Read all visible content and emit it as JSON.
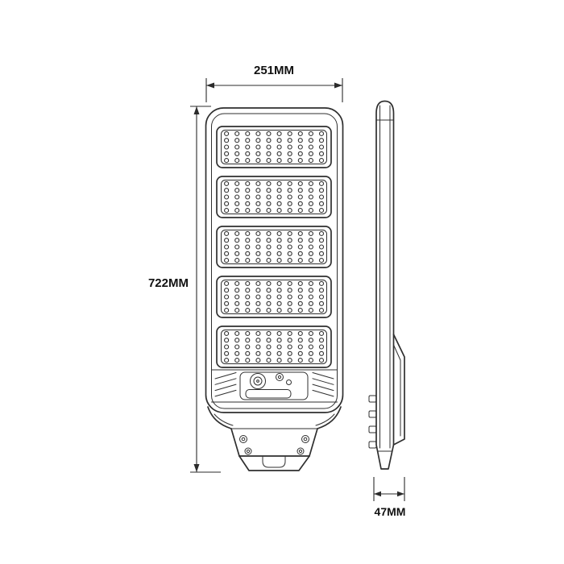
{
  "dimensions": {
    "width": "251MM",
    "height": "722MM",
    "depth": "47MM"
  },
  "front_view": {
    "led_panel_count": 5,
    "led_dot_rows": 5,
    "led_dot_cols": 10
  },
  "colors": {
    "line": "#2f2f2f",
    "background": "#ffffff"
  }
}
